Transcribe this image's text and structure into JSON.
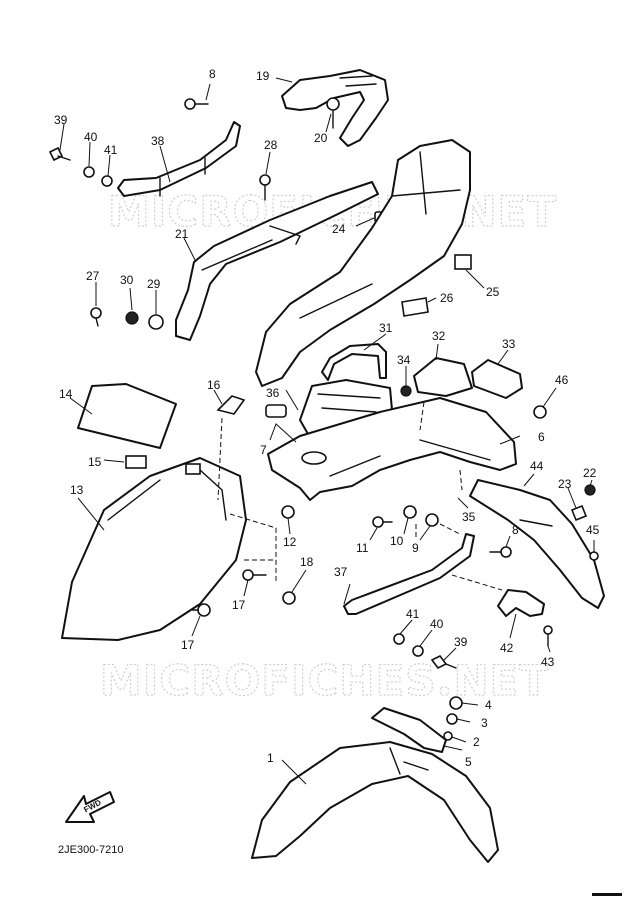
{
  "diagram": {
    "code": "2JE300-7210",
    "watermark": "MICROFICHES.NET",
    "arrow_label": "FWD",
    "callouts": [
      {
        "id": "1",
        "label": "1"
      },
      {
        "id": "2",
        "label": "2"
      },
      {
        "id": "3",
        "label": "3"
      },
      {
        "id": "4",
        "label": "4"
      },
      {
        "id": "5",
        "label": "5"
      },
      {
        "id": "6",
        "label": "6"
      },
      {
        "id": "7",
        "label": "7"
      },
      {
        "id": "8a",
        "label": "8"
      },
      {
        "id": "8b",
        "label": "8"
      },
      {
        "id": "9",
        "label": "9"
      },
      {
        "id": "10",
        "label": "10"
      },
      {
        "id": "11",
        "label": "11"
      },
      {
        "id": "12",
        "label": "12"
      },
      {
        "id": "13",
        "label": "13"
      },
      {
        "id": "14",
        "label": "14"
      },
      {
        "id": "15",
        "label": "15"
      },
      {
        "id": "16",
        "label": "16"
      },
      {
        "id": "17a",
        "label": "17"
      },
      {
        "id": "17b",
        "label": "17"
      },
      {
        "id": "18",
        "label": "18"
      },
      {
        "id": "19",
        "label": "19"
      },
      {
        "id": "20",
        "label": "20"
      },
      {
        "id": "21",
        "label": "21"
      },
      {
        "id": "22",
        "label": "22"
      },
      {
        "id": "23",
        "label": "23"
      },
      {
        "id": "24",
        "label": "24"
      },
      {
        "id": "25",
        "label": "25"
      },
      {
        "id": "26",
        "label": "26"
      },
      {
        "id": "27",
        "label": "27"
      },
      {
        "id": "28",
        "label": "28"
      },
      {
        "id": "29",
        "label": "29"
      },
      {
        "id": "30",
        "label": "30"
      },
      {
        "id": "31",
        "label": "31"
      },
      {
        "id": "32",
        "label": "32"
      },
      {
        "id": "33",
        "label": "33"
      },
      {
        "id": "34",
        "label": "34"
      },
      {
        "id": "35",
        "label": "35"
      },
      {
        "id": "36",
        "label": "36"
      },
      {
        "id": "37",
        "label": "37"
      },
      {
        "id": "38",
        "label": "38"
      },
      {
        "id": "39a",
        "label": "39"
      },
      {
        "id": "39b",
        "label": "39"
      },
      {
        "id": "40a",
        "label": "40"
      },
      {
        "id": "40b",
        "label": "40"
      },
      {
        "id": "41a",
        "label": "41"
      },
      {
        "id": "41b",
        "label": "41"
      },
      {
        "id": "42",
        "label": "42"
      },
      {
        "id": "43",
        "label": "43"
      },
      {
        "id": "44",
        "label": "44"
      },
      {
        "id": "45",
        "label": "45"
      },
      {
        "id": "46",
        "label": "46"
      }
    ]
  }
}
